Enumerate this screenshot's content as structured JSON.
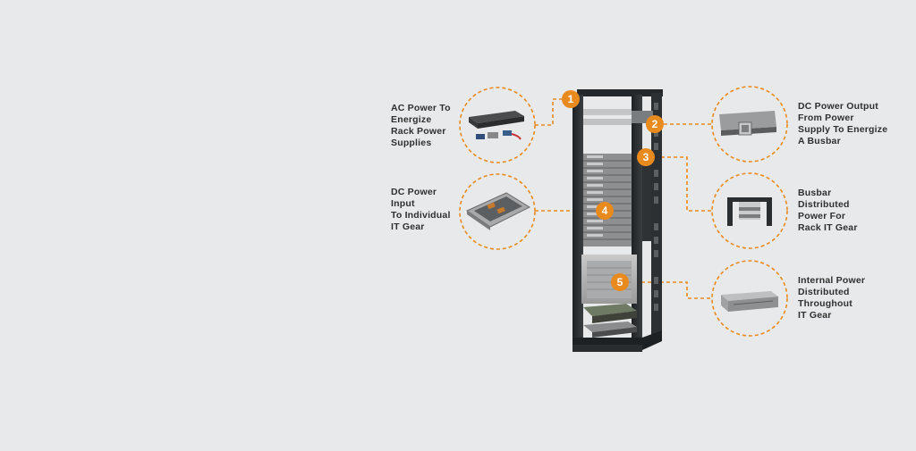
{
  "colors": {
    "accent": "#e98a1e",
    "rack": "#2b2e30",
    "background": "#e8e9ea",
    "text": "#2f2f2f"
  },
  "callouts": [
    {
      "number": "1",
      "icon": "power-supply-icon",
      "lines": [
        "AC Power To",
        "Energize",
        "Rack Power",
        "Supplies"
      ]
    },
    {
      "number": "2",
      "icon": "busbar-connector-icon",
      "lines": [
        "DC Power Output",
        "From Power",
        "Supply To Energize",
        "A Busbar"
      ]
    },
    {
      "number": "3",
      "icon": "busbar-icon",
      "lines": [
        "Busbar",
        "Distributed",
        "Power For",
        "Rack IT Gear"
      ]
    },
    {
      "number": "4",
      "icon": "server-tray-icon",
      "lines": [
        "DC Power",
        "Input",
        "To Individual",
        "IT Gear"
      ]
    },
    {
      "number": "5",
      "icon": "server-unit-icon",
      "lines": [
        "Internal Power",
        "Distributed",
        "Throughout",
        "IT Gear"
      ]
    }
  ]
}
